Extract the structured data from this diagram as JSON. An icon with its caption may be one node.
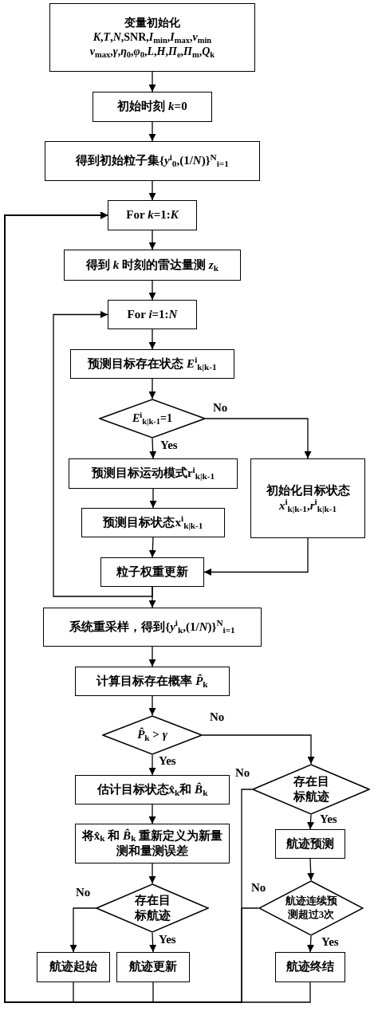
{
  "diagram": {
    "nodes": [
      {
        "text": [
          "变量初始化",
          "*K*,*T*,*N*,SNR,*I*$_{min}$,*I*$_{max}$,*v*$_{min}$ *v*$_{max}$,*γ*,*η*$_{0}$,*φ*$_{0}$,*L*,*H*,*Π*$_{e}$,*Π*$_{m}$,*Q*$_{k}$"
        ]
      },
      {
        "text": [
          "初始时刻 *k*=0"
        ]
      },
      {
        "text": [
          "得到初始粒子集{*y*$^{i}$$_{0}$,(1/*N*)}$^{N}$$_{i=1}$"
        ]
      },
      {
        "text": [
          "For *k*=1:*K*"
        ]
      },
      {
        "text": [
          "得到 *k* 时刻的雷达量测 *z*$_{k}$"
        ]
      },
      {
        "text": [
          "For *i*=1:*N*"
        ]
      },
      {
        "text": [
          "预测目标存在状态 *E*$^{i}$$_{k|k-1}$"
        ]
      },
      {
        "text": [
          "*E*$^{i}$$_{k|k-1}$=1"
        ]
      },
      {
        "text": [
          "预测目标运动模式r$^{i}$$_{k|k-1}$"
        ]
      },
      {
        "text": [
          "初始化目标状态",
          "*x*$^{i}$$_{k|k-1}$,*r*$^{i}$$_{k|k-1}$"
        ]
      },
      {
        "text": [
          "预测目标状态x$^{i}$$_{k|k-1}$"
        ]
      },
      {
        "text": [
          "粒子权重更新"
        ]
      },
      {
        "text": [
          "系统重采样，得到{*y*$^{i}$$_{k}$,(1/*N*)}$^{N}$$_{i=1}$"
        ]
      },
      {
        "text": [
          "计算目标存在概率 *P̂*$_{k}$"
        ]
      },
      {
        "text": [
          "*P̂*$_{k}$ > *γ*"
        ]
      },
      {
        "text": [
          "估计目标状态x̂$_{k}$和 *B̂*$_{k}$"
        ]
      },
      {
        "text": [
          "将x̂$_{k}$ 和 *B̂*$_{k}$ 重新定义为新量测和量测误差"
        ]
      },
      {
        "text": [
          "存在目标航迹"
        ]
      },
      {
        "text": [
          "航迹起始"
        ]
      },
      {
        "text": [
          "航迹更新"
        ]
      },
      {
        "text": [
          "存在目标航迹"
        ]
      },
      {
        "text": [
          "航迹预测"
        ]
      },
      {
        "text": [
          "航迹连续预测超过3次"
        ]
      },
      {
        "text": [
          "航迹终结"
        ]
      }
    ],
    "edges": [
      {
        "from": 0,
        "to": 1,
        "arrow": "to"
      },
      {
        "from": 1,
        "to": 2,
        "arrow": "to"
      },
      {
        "from": 2,
        "to": 3,
        "arrow": "to"
      },
      {
        "from": 3,
        "to": 4,
        "arrow": "to"
      },
      {
        "from": 4,
        "to": 5,
        "arrow": "to"
      },
      {
        "from": 5,
        "to": 6,
        "arrow": "to"
      },
      {
        "from": 6,
        "to": 7,
        "arrow": "to"
      },
      {
        "from": 7,
        "to": 8,
        "arrow": "to",
        "label": "Yes"
      },
      {
        "from": 7,
        "to": 9,
        "arrow": "to",
        "label": "No"
      },
      {
        "from": 8,
        "to": 10,
        "arrow": "to"
      },
      {
        "from": 10,
        "to": 11,
        "arrow": "to"
      },
      {
        "from": 9,
        "to": 11,
        "arrow": "to"
      },
      {
        "from": 11,
        "to": 5,
        "arrow": "to"
      },
      {
        "from": 11,
        "to": 12,
        "arrow": "to"
      },
      {
        "from": 12,
        "to": 13,
        "arrow": "to"
      },
      {
        "from": 13,
        "to": 14,
        "arrow": "to"
      },
      {
        "from": 14,
        "to": 15,
        "arrow": "to",
        "label": "Yes"
      },
      {
        "from": 14,
        "to": 20,
        "arrow": "to",
        "label": "No"
      },
      {
        "from": 15,
        "to": 16,
        "arrow": "to"
      },
      {
        "from": 16,
        "to": 17,
        "arrow": "to"
      },
      {
        "from": 17,
        "to": 18,
        "arrow": "to",
        "label": "No"
      },
      {
        "from": 17,
        "to": 19,
        "arrow": "to",
        "label": "Yes"
      },
      {
        "from": 18,
        "to": 3,
        "arrow": "to"
      },
      {
        "from": 19,
        "to": 3,
        "arrow": "to"
      },
      {
        "from": 20,
        "to": 21,
        "arrow": "to",
        "label": "Yes"
      },
      {
        "from": 20,
        "to": 3,
        "arrow": "to",
        "label": "No"
      },
      {
        "from": 21,
        "to": 22,
        "arrow": "to"
      },
      {
        "from": 22,
        "to": 3,
        "arrow": "to",
        "label": "No"
      },
      {
        "from": 22,
        "to": 23,
        "arrow": "to",
        "label": "Yes"
      },
      {
        "from": 23,
        "to": 3,
        "arrow": "to"
      }
    ]
  }
}
